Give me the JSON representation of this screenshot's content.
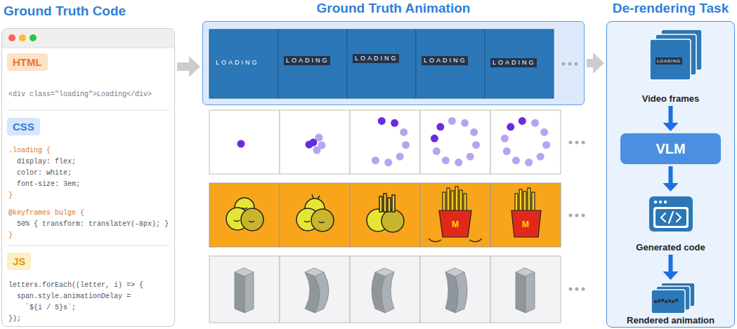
{
  "diagram": {
    "nodes": [
      {
        "text": [
          "Ground Truth Code"
        ]
      },
      {
        "text": [
          "HTML"
        ],
        "in": 0
      },
      {
        "text": [
          "CSS"
        ],
        "in": 0
      },
      {
        "text": [
          "JS"
        ],
        "in": 0
      },
      {
        "text": [
          "Ground Truth Animation"
        ]
      },
      {
        "text": [
          "De-rendering Task"
        ]
      },
      {
        "text": [
          "Video frames"
        ],
        "in": 5
      },
      {
        "text": [
          "VLM"
        ],
        "in": 5
      },
      {
        "text": [
          "Generated code"
        ],
        "in": 5
      },
      {
        "text": [
          "Rendered animation"
        ],
        "in": 5
      }
    ],
    "edges": [
      {
        "from": 0,
        "to": 4,
        "arrow": "to"
      },
      {
        "from": 4,
        "to": 5,
        "arrow": "to"
      },
      {
        "from": 6,
        "to": 7,
        "arrow": "to"
      },
      {
        "from": 7,
        "to": 8,
        "arrow": "to"
      },
      {
        "from": 8,
        "to": 9,
        "arrow": "to"
      }
    ],
    "labels": [
      "<div class=\"loading\">Loading</div>",
      ".loading {",
      "  display: flex;",
      "  color: white;",
      "  font-size: 3em;",
      "}",
      "@keyframes bulge {",
      "  50% { transform: translateY(-8px); }",
      "}",
      "letters.forEach((letter, i) => {",
      "  span.style.animationDelay =",
      "    `${i / 5}s`;",
      "});",
      "LOADING",
      "LOADING",
      "LOADING",
      "LOADING",
      "LOADING",
      "LOADING",
      "M",
      "M"
    ]
  }
}
